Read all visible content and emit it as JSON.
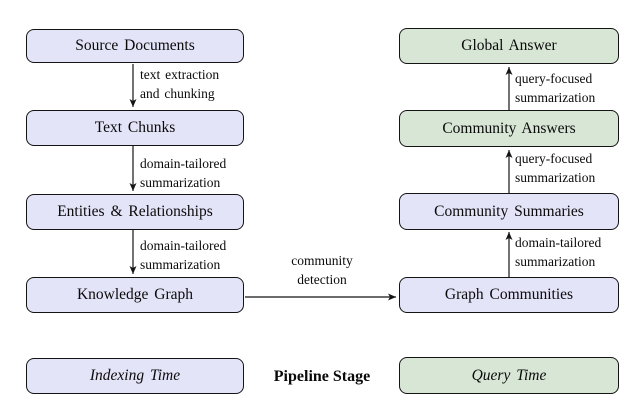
{
  "colors": {
    "indexing_fill": "#e4e4f9",
    "query_fill": "#d7e6d5",
    "border": "#141414",
    "arrow": "#141414",
    "text": "#0a0a0a",
    "background": "#ffffff"
  },
  "nodes": {
    "source_documents": "Source Documents",
    "text_chunks": "Text Chunks",
    "entities_relationships": "Entities & Relationships",
    "knowledge_graph": "Knowledge Graph",
    "global_answer": "Global Answer",
    "community_answers": "Community Answers",
    "community_summaries": "Community Summaries",
    "graph_communities": "Graph Communities"
  },
  "edges": [
    {
      "from": "Source Documents",
      "to": "Text Chunks",
      "lines": [
        "text extraction",
        "and chunking"
      ]
    },
    {
      "from": "Text Chunks",
      "to": "Entities & Relationships",
      "lines": [
        "domain-tailored",
        "summarization"
      ]
    },
    {
      "from": "Entities & Relationships",
      "to": "Knowledge Graph",
      "lines": [
        "domain-tailored",
        "summarization"
      ]
    },
    {
      "from": "Knowledge Graph",
      "to": "Graph Communities",
      "lines": [
        "community",
        "detection"
      ]
    },
    {
      "from": "Graph Communities",
      "to": "Community Summaries",
      "lines": [
        "domain-tailored",
        "summarization"
      ]
    },
    {
      "from": "Community Summaries",
      "to": "Community Answers",
      "lines": [
        "query-focused",
        "summarization"
      ]
    },
    {
      "from": "Community Answers",
      "to": "Global Answer",
      "lines": [
        "query-focused",
        "summarization"
      ]
    }
  ],
  "legend": {
    "indexing_time": "Indexing Time",
    "pipeline_stage": "Pipeline Stage",
    "query_time": "Query Time"
  }
}
